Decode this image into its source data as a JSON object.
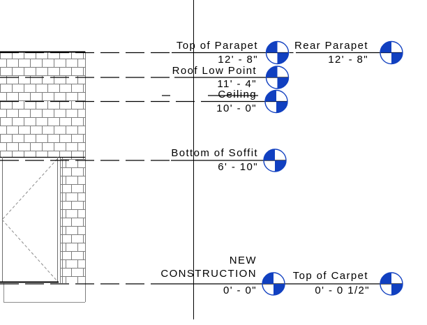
{
  "view": {
    "description_label": "building-elevation-view"
  },
  "levels": {
    "top_of_parapet": {
      "name": "Top of Parapet",
      "elevation": "12' - 8\""
    },
    "rear_parapet": {
      "name": "Rear Parapet",
      "elevation": "12' - 8\""
    },
    "roof_low_point": {
      "name": "Roof Low Point",
      "elevation": "11' - 4\""
    },
    "ceiling": {
      "name": "Ceiling",
      "elevation": "10' - 0\""
    },
    "bottom_of_soffit": {
      "name": "Bottom of Soffit",
      "elevation": "6' - 10\""
    },
    "new_construction": {
      "name_line1": "NEW",
      "name_line2": "CONSTRUCTION",
      "elevation": "0' - 0\""
    },
    "top_of_carpet": {
      "name": "Top of Carpet",
      "elevation": "0' - 0 1/2\""
    }
  },
  "colors": {
    "level_marker_blue": "#1140C0",
    "brick_line_gray": "#7d7d7d",
    "annotation_black": "#000000"
  }
}
